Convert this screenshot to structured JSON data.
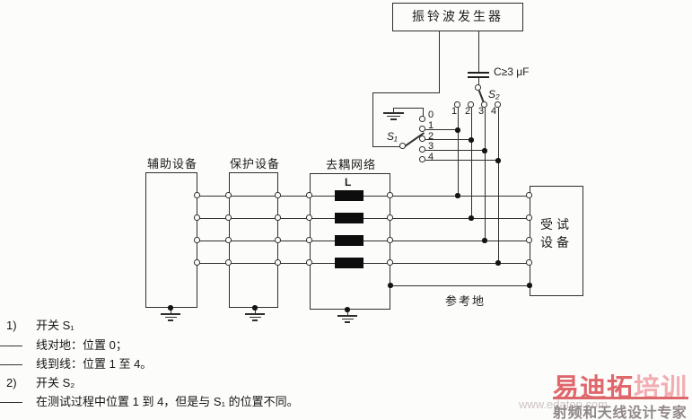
{
  "diagram": {
    "generator": "振铃波发生器",
    "capacitor_label": "C≥3 μF",
    "switch1": {
      "label": "S₁",
      "positions": [
        "0",
        "1",
        "2",
        "3",
        "4"
      ]
    },
    "switch2": {
      "label": "S₂",
      "positions": [
        "1",
        "2",
        "3",
        "4"
      ]
    },
    "aux_box": "辅助设备",
    "protection_box": "保护设备",
    "decoupling_box": "去耦网络",
    "inductor_label": "L",
    "eut_box": [
      "受试",
      "设备"
    ],
    "reference_ground": "参考地"
  },
  "notes": [
    {
      "marker": "1)",
      "text": "开关 S₁"
    },
    {
      "marker": "——",
      "text": "线对地：位置 0；"
    },
    {
      "marker": "——",
      "text": "线到线：位置 1 至 4。"
    },
    {
      "marker": "2)",
      "text": "开关 S₂"
    },
    {
      "marker": "——",
      "text": "在测试过程中位置 1 到 4，但是与 S₁ 的位置不同。"
    }
  ],
  "watermark": {
    "brand_primary": "易迪拓",
    "brand_secondary": "培训",
    "url": "www.edatop.com",
    "slogan": "射频和天线设计专家",
    "brand_color": "#e0686d",
    "brand_secondary_color": "#f2adb3",
    "slogan_color": "#8f8888"
  }
}
